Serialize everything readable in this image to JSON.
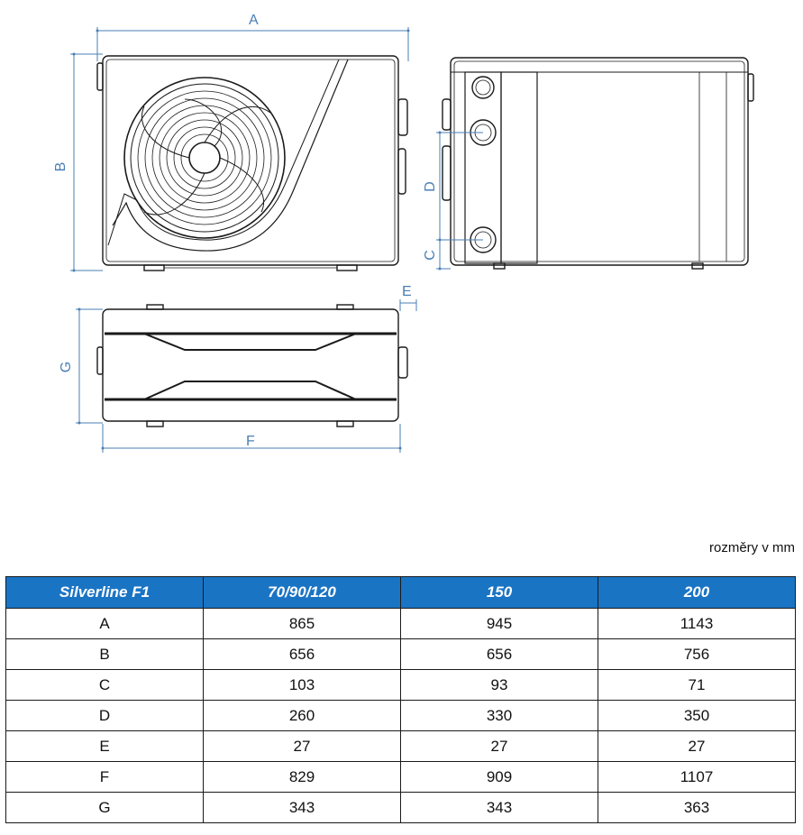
{
  "drawing": {
    "labels": {
      "A": "A",
      "B": "B",
      "C": "C",
      "D": "D",
      "E": "E",
      "F": "F",
      "G": "G"
    },
    "colors": {
      "dimension": "#4a7fb5",
      "outline": "#1a1a1a"
    }
  },
  "units_note": "rozměry v mm",
  "table": {
    "headers": [
      "Silverline F1",
      "70/90/120",
      "150",
      "200"
    ],
    "rows": [
      [
        "A",
        "865",
        "945",
        "1143"
      ],
      [
        "B",
        "656",
        "656",
        "756"
      ],
      [
        "C",
        "103",
        "93",
        "71"
      ],
      [
        "D",
        "260",
        "330",
        "350"
      ],
      [
        "E",
        "27",
        "27",
        "27"
      ],
      [
        "F",
        "829",
        "909",
        "1107"
      ],
      [
        "G",
        "343",
        "343",
        "363"
      ]
    ],
    "header_color": "#1a74c4"
  }
}
